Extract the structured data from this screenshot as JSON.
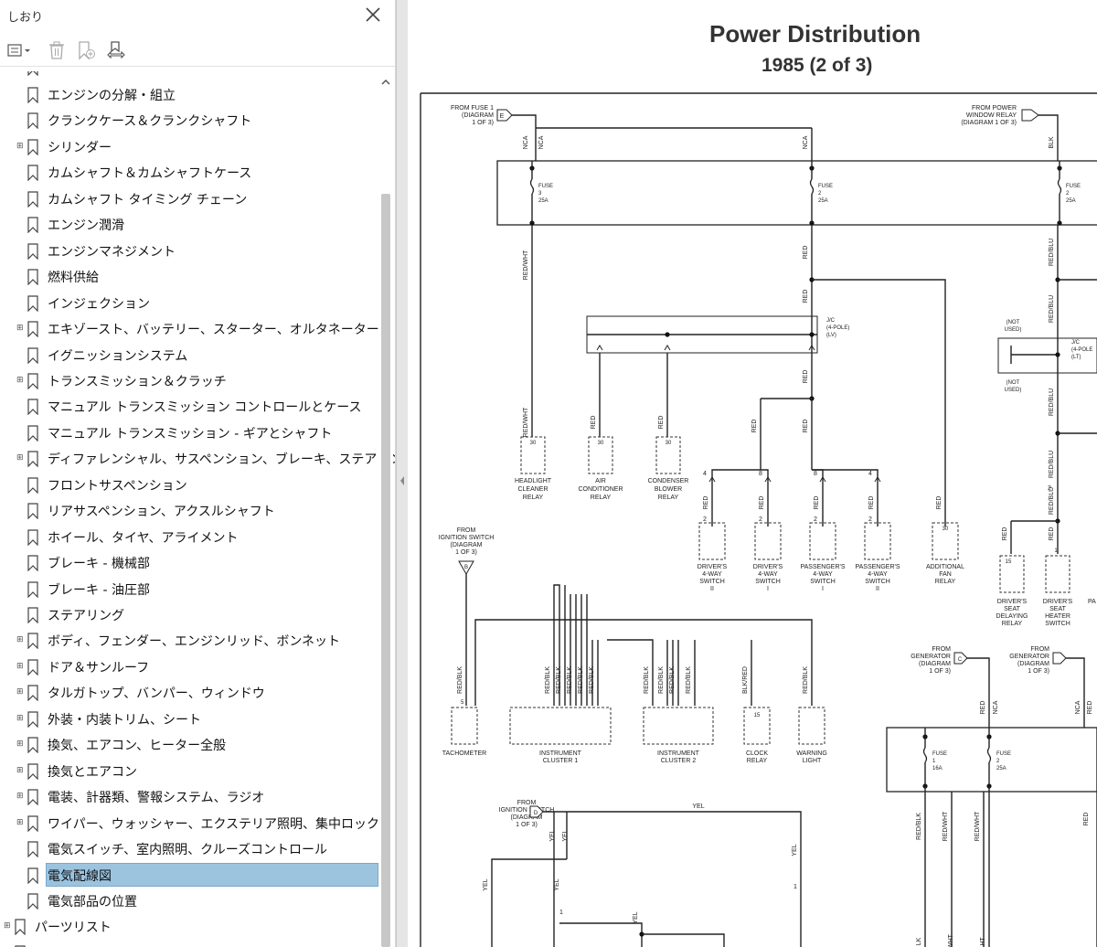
{
  "sidebar": {
    "title": "しおり",
    "close_icon": "close-icon",
    "toolbar": {
      "options_icon": "list-options-icon",
      "delete_icon": "trash-icon",
      "add_bookmark_icon": "add-bookmark-icon",
      "find_bookmark_icon": "find-current-bookmark-icon"
    },
    "items": [
      {
        "label": "エンジンの分解・組立",
        "expandable": false
      },
      {
        "label": "クランクケース＆クランクシャフト",
        "expandable": false
      },
      {
        "label": "シリンダー",
        "expandable": true
      },
      {
        "label": "カムシャフト＆カムシャフトケース",
        "expandable": false
      },
      {
        "label": "カムシャフト タイミング チェーン",
        "expandable": false
      },
      {
        "label": "エンジン潤滑",
        "expandable": false
      },
      {
        "label": "エンジンマネジメント",
        "expandable": false
      },
      {
        "label": "燃料供給",
        "expandable": false
      },
      {
        "label": "インジェクション",
        "expandable": false
      },
      {
        "label": "エキゾースト、バッテリー、スターター、オルタネーター",
        "expandable": true
      },
      {
        "label": "イグニッションシステム",
        "expandable": false
      },
      {
        "label": "トランスミッション＆クラッチ",
        "expandable": true
      },
      {
        "label": "マニュアル トランスミッション コントロールとケース",
        "expandable": false
      },
      {
        "label": "マニュアル トランスミッション - ギアとシャフト",
        "expandable": false
      },
      {
        "label": "ディファレンシャル、サスペンション、ブレーキ、ステアリング",
        "expandable": true
      },
      {
        "label": "フロントサスペンション",
        "expandable": false
      },
      {
        "label": "リアサスペンション、アクスルシャフト",
        "expandable": false
      },
      {
        "label": "ホイール、タイヤ、アライメント",
        "expandable": false
      },
      {
        "label": "ブレーキ - 機械部",
        "expandable": false
      },
      {
        "label": "ブレーキ - 油圧部",
        "expandable": false
      },
      {
        "label": "ステアリング",
        "expandable": false
      },
      {
        "label": "ボディ、フェンダー、エンジンリッド、ボンネット",
        "expandable": true
      },
      {
        "label": "ドア＆サンルーフ",
        "expandable": true
      },
      {
        "label": "タルガトップ、バンパー、ウィンドウ",
        "expandable": true
      },
      {
        "label": "外装・内装トリム、シート",
        "expandable": true
      },
      {
        "label": "換気、エアコン、ヒーター全般",
        "expandable": true
      },
      {
        "label": "換気とエアコン",
        "expandable": true
      },
      {
        "label": "電装、計器類、警報システム、ラジオ",
        "expandable": true
      },
      {
        "label": "ワイパー、ウォッシャー、エクステリア照明、集中ロック",
        "expandable": true
      },
      {
        "label": "電気スイッチ、室内照明、クルーズコントロール",
        "expandable": false
      },
      {
        "label": "電気配線図",
        "expandable": false,
        "selected": true
      },
      {
        "label": "電気部品の位置",
        "expandable": false
      }
    ],
    "root_item": {
      "label": "パーツリスト",
      "expandable": true
    }
  },
  "document": {
    "title": "Power Distribution",
    "subtitle": "1985 (2 of 3)",
    "labels": {
      "from_fuse1_a": "FROM FUSE 1",
      "from_fuse1_b": "(DIAGRAM",
      "from_fuse1_c": "1 OF 3)",
      "from_pwr_a": "FROM POWER",
      "from_pwr_b": "WINDOW RELAY",
      "from_pwr_c": "(DIAGRAM 1 OF 3)",
      "fuse": "FUSE",
      "fuse3_num": "3",
      "fuse3_amp": "25A",
      "fuse2_num": "2",
      "fuse2_amp": "25A",
      "fuse2b_num": "2",
      "fuse2b_amp": "25A",
      "fuse1_num": "1",
      "fuse1_amp": "16A",
      "fuse2c_num": "2",
      "fuse2c_amp": "25A",
      "nca": "NCA",
      "blk": "BLK",
      "red": "RED",
      "redwht": "RED/WHT",
      "redblu": "RED/BLU",
      "redblk": "RED/BLK",
      "blkred": "BLK/RED",
      "yel": "YEL",
      "jc4lv_a": "J/C",
      "jc4lv_b": "(4-POLE)",
      "jc4lv_c": "(LV)",
      "jc4lt_a": "J/C",
      "jc4lt_b": "(4-POLE",
      "jc4lt_c": "(LT)",
      "not_used_a": "(NOT",
      "not_used_b": "USED)",
      "c30": "30",
      "c15": "15",
      "c1": "1",
      "c2": "2",
      "c4": "4",
      "c5": "5",
      "c8": "8",
      "headlight_a": "HEADLIGHT",
      "headlight_b": "CLEANER",
      "headlight_c": "RELAY",
      "aircon_a": "AIR",
      "aircon_b": "CONDITIONER",
      "aircon_c": "RELAY",
      "condenser_a": "CONDENSER",
      "condenser_b": "BLOWER",
      "condenser_c": "RELAY",
      "drv_a": "DRIVER'S",
      "fourway": "4-WAY",
      "switch_word": "SWITCH",
      "roman2": "II",
      "roman1": "I",
      "pass_a": "PASSENGER'S",
      "addfan_a": "ADDITIONAL",
      "addfan_b": "FAN",
      "addfan_c": "RELAY",
      "seat_a": "DRIVER'S",
      "seat_b": "SEAT",
      "seat_c": "DELAYING",
      "seat_d": "RELAY",
      "heat_c": "HEATER",
      "heat_d": "SWITCH",
      "pa_cut": "PA",
      "from_ign_a": "FROM",
      "from_ign_b": "IGNITION SWITCH",
      "from_ign_c": "(DIAGRAM",
      "from_ign_d": "1 OF 3)",
      "tach": "TACHOMETER",
      "instr1_a": "INSTRUMENT",
      "instr1_b": "CLUSTER 1",
      "instr2_b": "CLUSTER 2",
      "clock_a": "CLOCK",
      "clock_b": "RELAY",
      "warn_a": "WARNING",
      "warn_b": "LIGHT",
      "gen_a": "FROM",
      "gen_b": "GENERATOR",
      "gen_c": "(DIAGRAM",
      "gen_d": "1 OF 3)",
      "conn_e": "E",
      "conn_b": "B",
      "conn_d": "D",
      "conn_c": "C",
      "lk_cut": "LK",
      "wht_cut": "WHT",
      "ht_cut": "HT"
    }
  }
}
